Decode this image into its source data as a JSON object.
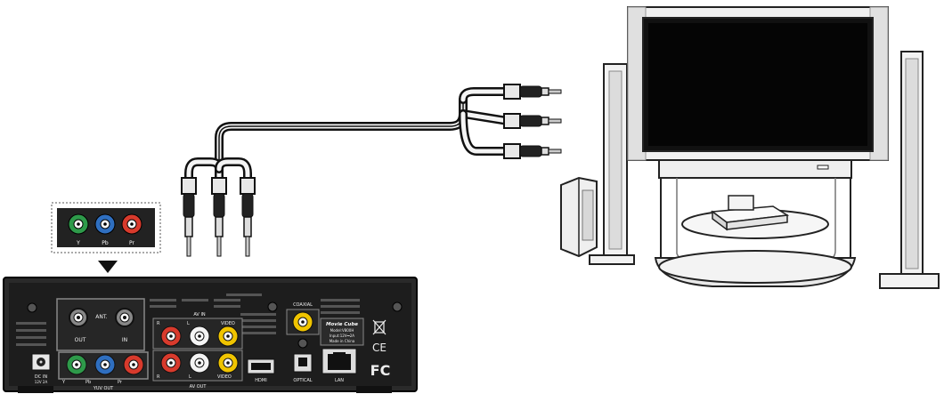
{
  "callout": {
    "jack_labels": [
      "Y",
      "Pb",
      "Pr"
    ]
  },
  "player": {
    "ant_label": "ANT.",
    "ant_out": "OUT",
    "ant_in": "IN",
    "av_in": "AV IN",
    "av_in_r": "R",
    "av_in_l": "L",
    "av_in_video": "VIDEO",
    "av_out": "AV OUT",
    "av_out_r": "R",
    "av_out_l": "L",
    "av_out_video": "VIDEO",
    "yuv_out": "YUV OUT",
    "yuv_y": "Y",
    "yuv_pb": "Pb",
    "yuv_pr": "Pr",
    "dc_in": "DC IN",
    "dc_spec": "12V 2A",
    "coaxial": "COAXIAL",
    "optical": "OPTICAL",
    "hdmi": "HDMI",
    "lan": "LAN",
    "brand": "Movie Cube",
    "model": "Model:V800H",
    "input": "Input:12V⎓2A",
    "made_in": "Made in China",
    "ce_mark": "CE",
    "fc_mark": "FC"
  },
  "colors": {
    "green": "#2e9a4a",
    "blue": "#2f6fc0",
    "red": "#d83a2c",
    "yellow": "#f0c400",
    "white_jack": "#f4f4f4",
    "panel": "#1d1d1d"
  },
  "icons": [
    "arrow-down-icon",
    "weee-bin-icon",
    "ce-mark-icon",
    "fc-mark-icon"
  ]
}
